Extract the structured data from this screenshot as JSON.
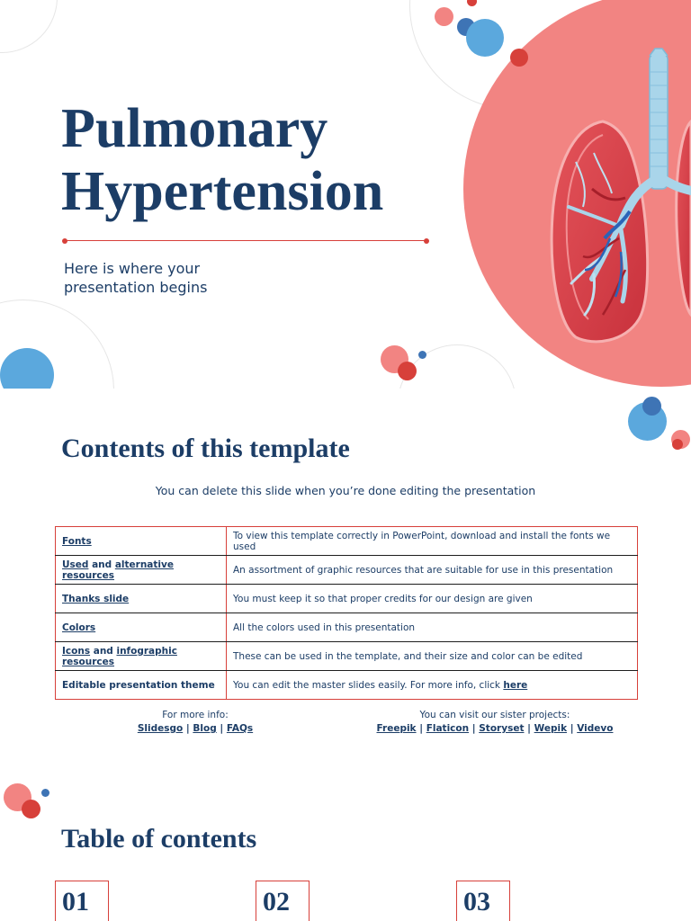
{
  "cover": {
    "title_line1": "Pulmonary",
    "title_line2": "Hypertension",
    "subtitle_line1": "Here is where your",
    "subtitle_line2": "presentation begins"
  },
  "contents": {
    "title": "Contents of this template",
    "note": "You can delete this slide when you’re done editing the presentation",
    "rows": [
      {
        "desc": "To view this template correctly in PowerPoint, download and install the fonts we used"
      },
      {
        "desc": "An assortment of graphic resources that are suitable for use in this presentation"
      },
      {
        "desc": "You must keep it so that proper credits for our design are given"
      },
      {
        "desc": "All the colors used in this presentation"
      },
      {
        "desc": "These can be used in the template, and their size and color can be edited"
      },
      {
        "desc": "You can edit the master slides easily. For more info, click "
      }
    ],
    "labels": {
      "fonts": "Fonts",
      "used": "Used",
      "and": " and ",
      "alternative_resources": "alternative resources",
      "thanks_slide": "Thanks slide",
      "colors": "Colors",
      "icons": "Icons",
      "infographic_resources": "infographic resources",
      "editable_theme": "Editable presentation theme",
      "here": "here"
    },
    "more_info": {
      "label": "For more info:",
      "links": [
        "Slidesgo",
        "Blog",
        "FAQs"
      ]
    },
    "sister": {
      "label": "You can visit our sister projects:",
      "links": [
        "Freepik",
        "Flaticon",
        "Storyset",
        "Wepik",
        "Videvo"
      ]
    },
    "separator": "|"
  },
  "toc": {
    "title": "Table of contents",
    "numbers": [
      "01",
      "02",
      "03"
    ]
  },
  "colors": {
    "navy": "#1c3d66",
    "red": "#d7403a",
    "salmon": "#f28482",
    "blue": "#5ba8dd",
    "dark_blue": "#3e74b5"
  }
}
